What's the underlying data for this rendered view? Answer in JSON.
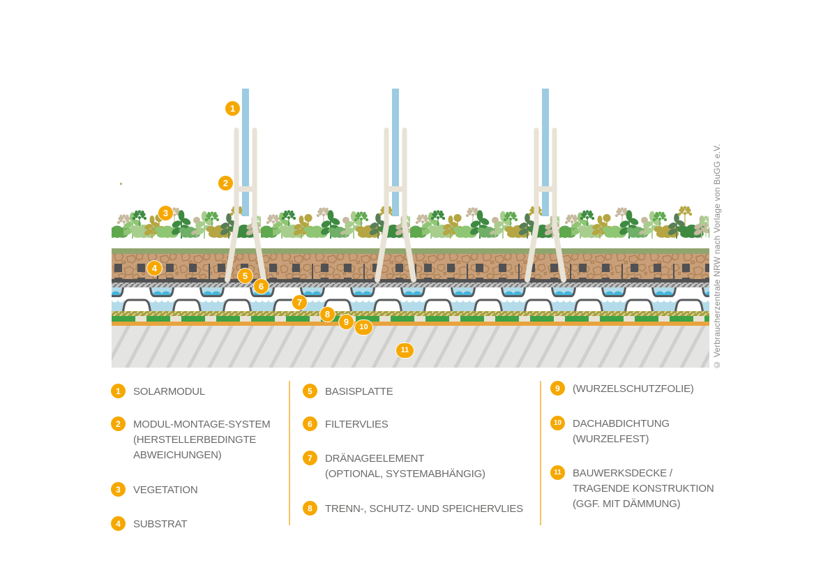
{
  "diagram": {
    "description": "Cross-section of a green roof with vertical bifacial solar modules",
    "callouts": [
      "1",
      "2",
      "3",
      "4",
      "5",
      "6",
      "7",
      "8",
      "9",
      "10",
      "11"
    ],
    "copyright": "© Verbraucherzentrale NRW nach Vorlage von BuGG e.V."
  },
  "legend": {
    "columns": [
      {
        "items": [
          {
            "num": "1",
            "lines": [
              "SOLARMODUL"
            ]
          },
          {
            "num": "2",
            "lines": [
              "MODUL-MONTAGE-SYSTEM",
              "(HERSTELLERBEDINGTE",
              "ABWEICHUNGEN)"
            ]
          },
          {
            "num": "3",
            "lines": [
              "VEGETATION"
            ]
          },
          {
            "num": "4",
            "lines": [
              "SUBSTRAT"
            ]
          }
        ]
      },
      {
        "items": [
          {
            "num": "5",
            "lines": [
              "BASISPLATTE"
            ]
          },
          {
            "num": "6",
            "lines": [
              "FILTERVLIES"
            ]
          },
          {
            "num": "7",
            "lines": [
              "DRÄNAGEELEMENT",
              "(OPTIONAL, SYSTEMABHÄNGIG)"
            ]
          },
          {
            "num": "8",
            "lines": [
              "TRENN-, SCHUTZ- UND SPEICHERVLIES"
            ]
          }
        ]
      },
      {
        "items": [
          {
            "num": "9",
            "lines": [
              "(WURZELSCHUTZFOLIE)"
            ]
          },
          {
            "num": "10",
            "lines": [
              "DACHABDICHTUNG",
              "(WURZELFEST)"
            ]
          },
          {
            "num": "11",
            "lines": [
              "BAUWERKSDECKE /",
              "TRAGENDE KONSTRUKTION",
              "(GGF. MIT DÄMMUNG)"
            ]
          }
        ]
      }
    ]
  },
  "colors": {
    "brand_orange": "#F6A800",
    "legend_text": "#6B6B6A",
    "copyright_text": "#8C8C8C",
    "panel_blue": "#9CCBE2",
    "mount_cream": "#E8E3D6",
    "water_blue": "#B4DBE9",
    "water_teal": "#45B5D9",
    "substrate_brown": "#C89F78",
    "surface_green": "#90A56D",
    "fleece_olive": "#A79F3E",
    "sheet_green": "#3DA344",
    "membrane_orange": "#E8A43C",
    "concrete_gray": "#E4E4E2",
    "dark_gray": "#515153"
  }
}
